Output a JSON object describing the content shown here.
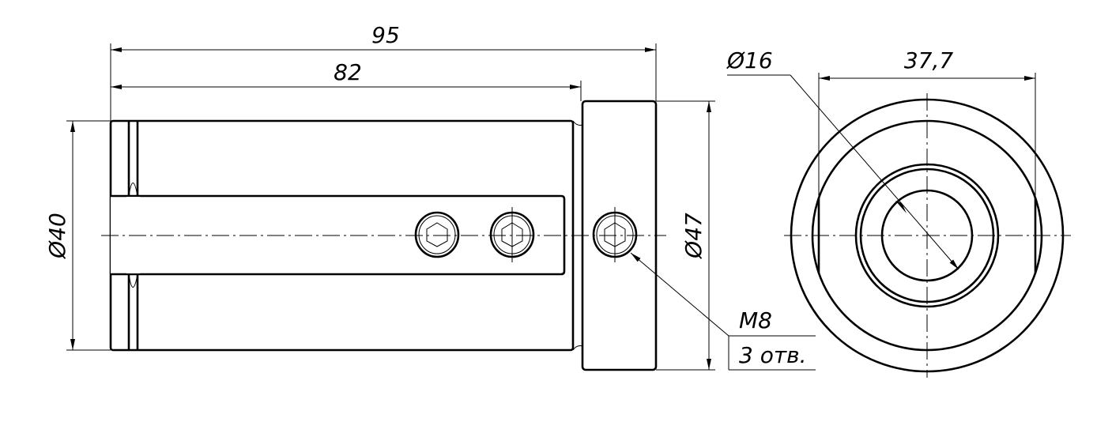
{
  "dimensions": {
    "overall_length": "95",
    "body_length": "82",
    "body_diameter": "Ø40",
    "flange_diameter": "Ø47",
    "bore_diameter": "Ø16",
    "flat_width": "37,7"
  },
  "callout": {
    "thread": "M8",
    "count": "3 отв."
  }
}
